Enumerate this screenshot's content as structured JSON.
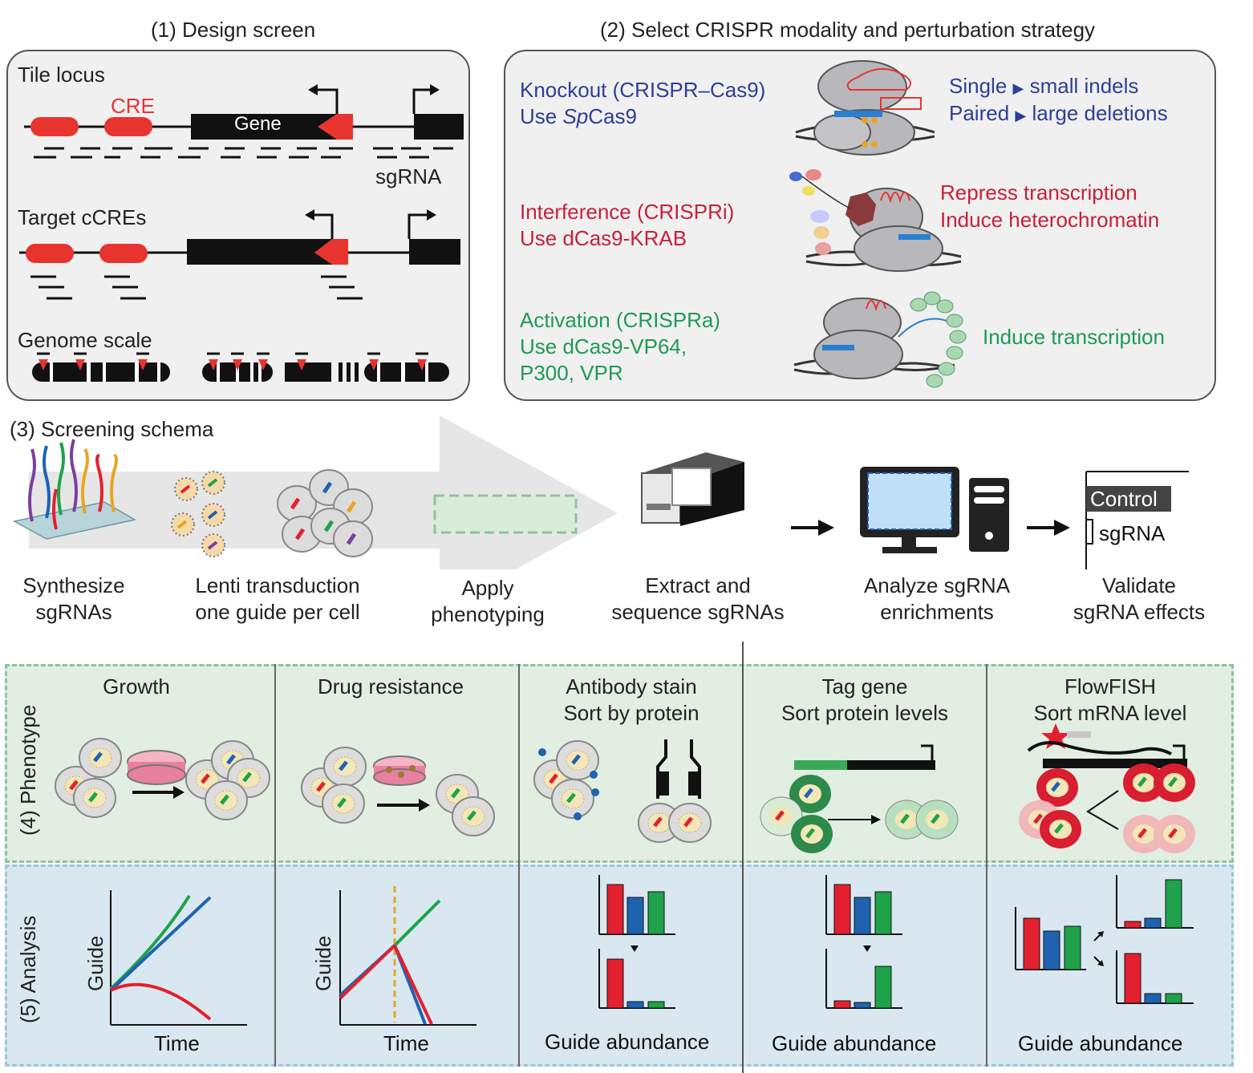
{
  "panel1": {
    "title": "(1) Design screen",
    "tile_locus": "Tile locus",
    "cre": "CRE",
    "gene": "Gene",
    "sgrna": "sgRNA",
    "target_ccres": "Target cCREs",
    "genome_scale": "Genome scale"
  },
  "panel2": {
    "title": "(2) Select CRISPR modality and perturbation strategy",
    "knockout": {
      "line1": "Knockout (CRISPR–Cas9)",
      "line2_prefix": "Use ",
      "line2_italic": "Sp",
      "line2_suffix": "Cas9",
      "effect1_a": "Single",
      "effect1_b": "small indels",
      "effect2_a": "Paired",
      "effect2_b": "large deletions"
    },
    "interference": {
      "line1": "Interference (CRISPRi)",
      "line2": "Use dCas9-KRAB",
      "effect1": "Repress transcription",
      "effect2": "Induce heterochromatin"
    },
    "activation": {
      "line1": "Activation (CRISPRa)",
      "line2": "Use dCas9-VP64,",
      "line3": "P300, VPR",
      "effect1": "Induce transcription"
    }
  },
  "panel3": {
    "title": "(3) Screening schema",
    "steps": [
      {
        "l1": "Synthesize",
        "l2": "sgRNAs"
      },
      {
        "l1": "Lenti transduction",
        "l2": "one guide per cell"
      },
      {
        "l1": "Apply",
        "l2": "phenotyping"
      },
      {
        "l1": "Extract and",
        "l2": "sequence sgRNAs"
      },
      {
        "l1": "Analyze sgRNA",
        "l2": "enrichments"
      },
      {
        "l1": "Validate",
        "l2": "sgRNA effects"
      }
    ],
    "control": "Control",
    "sgrna": "sgRNA"
  },
  "panel4": {
    "label": "(4) Phenotype",
    "columns": [
      {
        "l1": "Growth",
        "l2": ""
      },
      {
        "l1": "Drug resistance",
        "l2": ""
      },
      {
        "l1": "Antibody stain",
        "l2": "Sort by protein"
      },
      {
        "l1": "Tag gene",
        "l2": "Sort protein levels"
      },
      {
        "l1": "FlowFISH",
        "l2": "Sort mRNA level"
      }
    ]
  },
  "panel5": {
    "label": "(5) Analysis",
    "guide": "Guide",
    "time": "Time",
    "guide_abundance": "Guide abundance"
  },
  "colors": {
    "red": "#e3202f",
    "blue": "#1f63b0",
    "green": "#1fa24a",
    "cre": "#e8342f",
    "text_blue": "#2c3f98",
    "text_red": "#c8203a",
    "text_green": "#1f9a55"
  }
}
